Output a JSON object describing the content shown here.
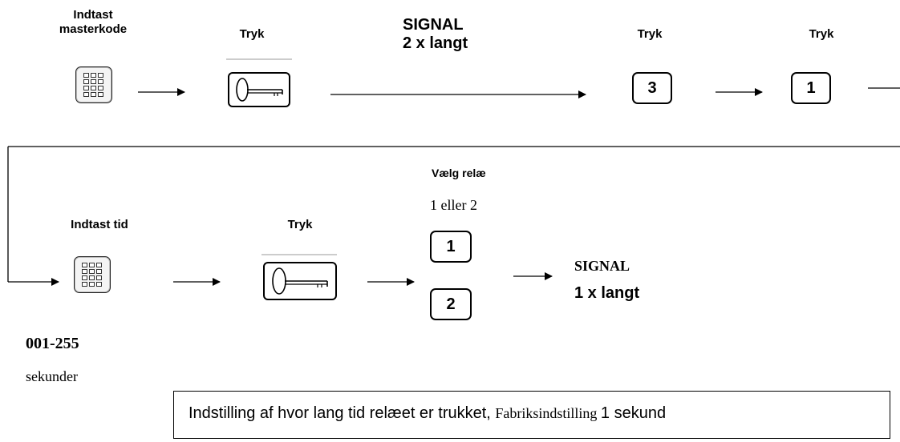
{
  "row1": {
    "enter_master_line1": "Indtast",
    "enter_master_line2": "masterkode",
    "press_1": "Tryk",
    "signal_line1": "SIGNAL",
    "signal_line2": "2 x langt",
    "press_2": "Tryk",
    "press_3": "Tryk",
    "digit_3": "3",
    "digit_1": "1"
  },
  "row2": {
    "choose_relay": "Vælg relæ",
    "relay_options": "1 eller 2",
    "enter_time": "Indtast tid",
    "press": "Tryk",
    "relay_1": "1",
    "relay_2": "2",
    "signal_line1": "SIGNAL",
    "signal_line2": "1 x langt",
    "range": "001-255",
    "unit": "sekunder"
  },
  "note": {
    "text_part1": "Indstilling af hvor lang tid relæet er trukket, ",
    "text_part2": "Fabriksindstilling ",
    "text_part3": "1 sekund"
  },
  "icons": [
    "keypad-icon",
    "key-icon"
  ]
}
